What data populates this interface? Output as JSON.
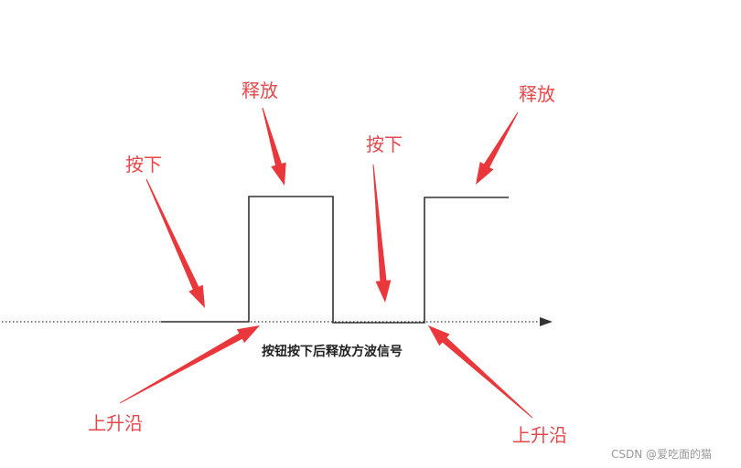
{
  "colors": {
    "label": "#e8474b",
    "arrow": "#e9373c",
    "wave": "#333333",
    "axis": "#333333"
  },
  "labels": {
    "press_1": "按下",
    "release_1": "释放",
    "press_2": "按下",
    "release_2": "释放",
    "rising_edge_1": "上升沿",
    "rising_edge_2": "上升沿"
  },
  "caption": "按钮按下后释放方波信号",
  "watermark": "CSDN @爱吃面的猫"
}
